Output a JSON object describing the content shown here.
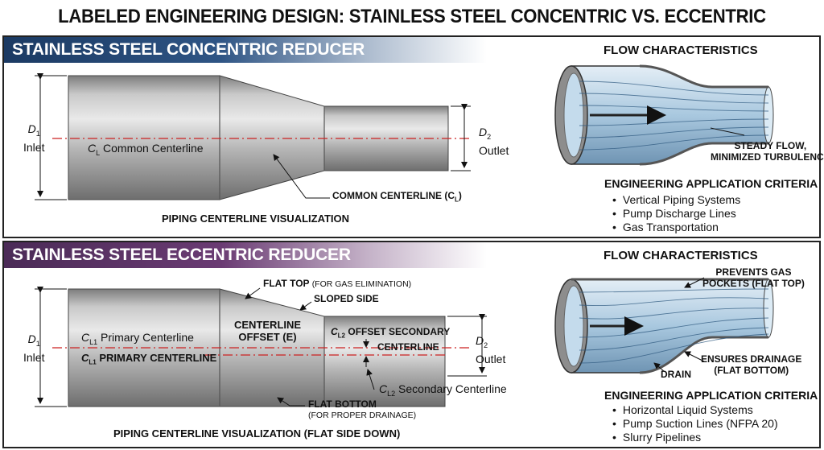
{
  "title": "LABELED ENGINEERING DESIGN: STAINLESS STEEL CONCENTRIC VS. ECCENTRIC REDUCER",
  "concentric": {
    "banner": "STAINLESS STEEL CONCENTRIC REDUCER",
    "d1": "D",
    "d1_sub": "1",
    "d1_label": "Inlet",
    "d2": "D",
    "d2_sub": "2",
    "d2_label": "Outlet",
    "centerline_c": "C",
    "centerline_sub": "L",
    "centerline_text": "Common Centerline",
    "callout": "COMMON CENTERLINE (C",
    "callout_sub": "L",
    "callout_end": ")",
    "caption": "PIPING CENTERLINE VISUALIZATION",
    "flow_heading": "FLOW CHARACTERISTICS",
    "flow_note_1": "STEADY FLOW,",
    "flow_note_2": "MINIMIZED TURBULENCE",
    "criteria_heading": "ENGINEERING APPLICATION CRITERIA",
    "criteria": [
      "Vertical Piping Systems",
      "Pump Discharge Lines",
      "Gas Transportation"
    ]
  },
  "eccentric": {
    "banner": "STAINLESS STEEL ECCENTRIC REDUCER",
    "d1": "D",
    "d1_sub": "1",
    "d1_label": "Inlet",
    "d2": "D",
    "d2_sub": "2",
    "d2_label": "Outlet",
    "flat_top": "FLAT TOP",
    "flat_top_note": "(FOR GAS ELIMINATION)",
    "sloped_side": "SLOPED SIDE",
    "offset_1": "CENTERLINE",
    "offset_2": "OFFSET (E)",
    "primary_c": "C",
    "primary_sub": "L1",
    "primary_text": "Primary Centerline",
    "primary_caps": "PRIMARY CENTERLINE",
    "secondary_caps_1": "OFFSET SECONDARY",
    "secondary_caps_2": "CENTERLINE",
    "secondary_sub": "L2",
    "secondary_text": "Secondary Centerline",
    "flat_bottom": "FLAT BOTTOM",
    "flat_bottom_note": "(FOR PROPER DRAINAGE)",
    "caption": "PIPING CENTERLINE VISUALIZATION (FLAT SIDE DOWN)",
    "flow_heading": "FLOW CHARACTERISTICS",
    "gas_note_1": "PREVENTS GAS",
    "gas_note_2": "POCKETS (FLAT TOP)",
    "drain_note_1": "ENSURES DRAINAGE",
    "drain_note_2": "(FLAT BOTTOM)",
    "drain": "DRAIN",
    "criteria_heading": "ENGINEERING APPLICATION CRITERIA",
    "criteria": [
      "Horizontal Liquid Systems",
      "Pump Suction Lines (NFPA 20)",
      "Slurry Pipelines"
    ]
  },
  "colors": {
    "concentric_banner": "#2f5585",
    "eccentric_banner": "#6a3b73",
    "centerline": "#cc2222",
    "steel": "#9a9a9a",
    "flow": "#9cc0dc"
  }
}
